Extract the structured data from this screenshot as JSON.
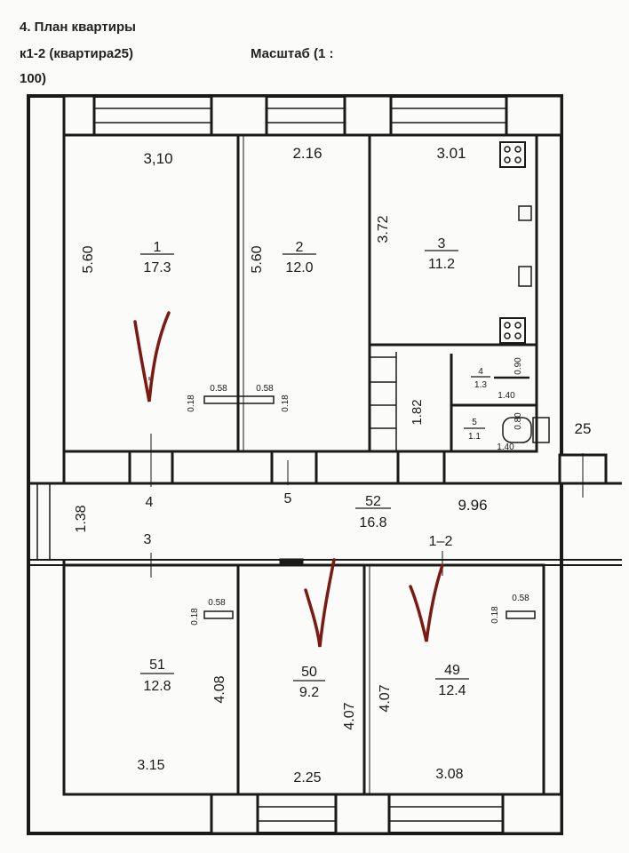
{
  "header": {
    "line1": "4. План квартиры",
    "line2": "к1-2 (квартира25)",
    "line3": "100)",
    "scale": "Масштаб (1 :"
  },
  "rooms": [
    {
      "number": "1",
      "area": "17.3",
      "width": "3,10",
      "length": "5.60"
    },
    {
      "number": "2",
      "area": "12.0",
      "width": "2.16",
      "length": "5.60"
    },
    {
      "number": "3",
      "area": "11.2",
      "width": "3.01",
      "length": "3.72"
    },
    {
      "number": "4",
      "area": "1.3",
      "width": "1.40",
      "length": "0.90"
    },
    {
      "number": "5",
      "area": "1.1",
      "width": "1.40",
      "length": "0.80"
    },
    {
      "number": "52",
      "area": "16.8",
      "width": "9.96",
      "length": "1.38"
    },
    {
      "number": "51",
      "area": "12.8",
      "width": "3.15",
      "length": "4.08"
    },
    {
      "number": "50",
      "area": "9.2",
      "width": "2.25",
      "length": "4.07"
    },
    {
      "number": "49",
      "area": "12.4",
      "width": "3.08",
      "length": "4.07"
    }
  ],
  "corridor": {
    "stair_width": "1.82"
  },
  "section_marks": [
    "4",
    "5",
    "3",
    "1–2",
    "25"
  ],
  "door_dims": {
    "width": "0.58",
    "depth": "0.18"
  },
  "colors": {
    "ink": "#1a1a1a",
    "marker": "#7a1a12",
    "paper": "#fbfbf9"
  }
}
